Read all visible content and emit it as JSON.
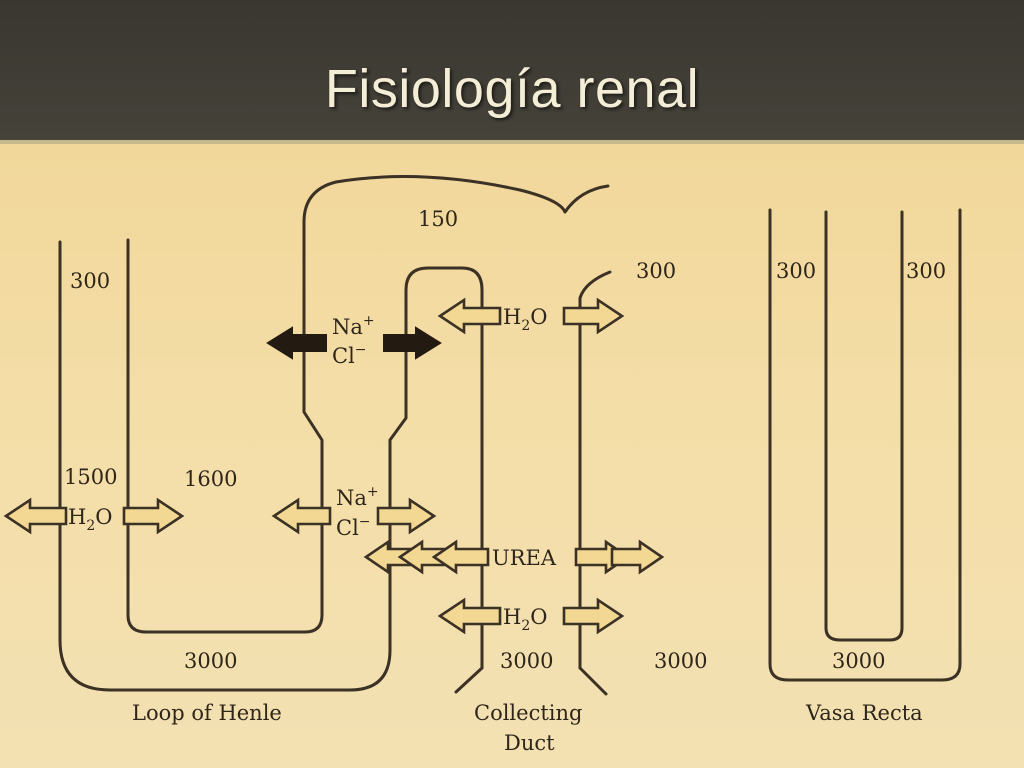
{
  "slide": {
    "title": "Fisiología renal"
  },
  "labels": {
    "n300_loop": "300",
    "n1500": "1500",
    "n1600": "1600",
    "n3000_loop": "3000",
    "n150": "150",
    "n300_duct": "300",
    "n3000_duct_left": "3000",
    "n3000_duct_right": "3000",
    "n300_vasa_left": "300",
    "n300_vasa_right": "300",
    "n3000_vasa": "3000",
    "na": "Na",
    "na_sup": "+",
    "cl": "Cl",
    "cl_sup": "−",
    "h2o_h": "H",
    "h2o_sub": "2",
    "h2o_o": "O",
    "urea": "UREA",
    "cap_loop": "Loop of Henle",
    "cap_collecting_1": "Collecting",
    "cap_collecting_2": "Duct",
    "cap_vasa": "Vasa Recta"
  }
}
